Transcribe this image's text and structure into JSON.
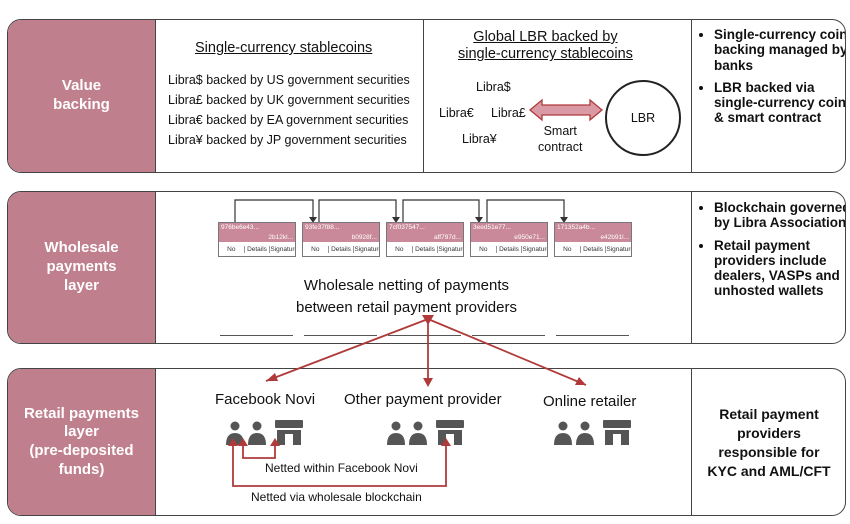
{
  "rows": [
    {
      "label_lines": [
        "Value",
        "backing"
      ]
    },
    {
      "label_lines": [
        "Wholesale",
        "payments",
        "layer"
      ]
    },
    {
      "label_lines": [
        "Retail payments",
        "layer",
        "(pre-deposited",
        "funds)"
      ]
    }
  ],
  "value_backing": {
    "single_title": "Single-currency stablecoins",
    "single_items": [
      "Libra$ backed by US government securities",
      "Libra£ backed by UK government securities",
      "Libra€ backed by EA government securities",
      "Libra¥ backed by JP government securities"
    ],
    "global_title_lines": [
      "Global LBR backed by",
      "single-currency stablecoins"
    ],
    "coins": {
      "usd": "Libra$",
      "eur": "Libra€",
      "gbp": "Libra£",
      "jpy": "Libra¥"
    },
    "contract_lines": [
      "Smart",
      "contract"
    ],
    "lbr_label": "LBR",
    "notes": [
      "Single-currency coins backing managed by banks",
      "LBR backed via single-currency coins & smart contract"
    ]
  },
  "wholesale": {
    "blocks": [
      {
        "hash_top": "976be6e43...",
        "hash_bottom": "2b12kl..."
      },
      {
        "hash_top": "93fe37f88...",
        "hash_bottom": "b0928f..."
      },
      {
        "hash_top": "7cf037547...",
        "hash_bottom": "aff797d..."
      },
      {
        "hash_top": "3eed51e77...",
        "hash_bottom": "e950e71..."
      },
      {
        "hash_top": "171352a4b...",
        "hash_bottom": "e42b91l..."
      }
    ],
    "block_columns": [
      "No",
      "Details",
      "Signatures"
    ],
    "netting_lines": [
      "Wholesale netting of payments",
      "between retail payment providers"
    ],
    "notes": [
      "Blockchain governed by Libra Association",
      "Retail payment providers include dealers, VASPs and unhosted wallets"
    ]
  },
  "retail": {
    "providers": [
      "Facebook Novi",
      "Other payment provider",
      "Online retailer"
    ],
    "netted_within": "Netted within Facebook Novi",
    "netted_via": "Netted via wholesale blockchain",
    "note_lines": [
      "Retail payment",
      "providers",
      "responsible for",
      "KYC and AML/CFT"
    ]
  },
  "colors": {
    "label_bg": "#c07f8d",
    "arrow": "#b03a3a",
    "block_head": "#c9899a",
    "icon": "#555555"
  }
}
